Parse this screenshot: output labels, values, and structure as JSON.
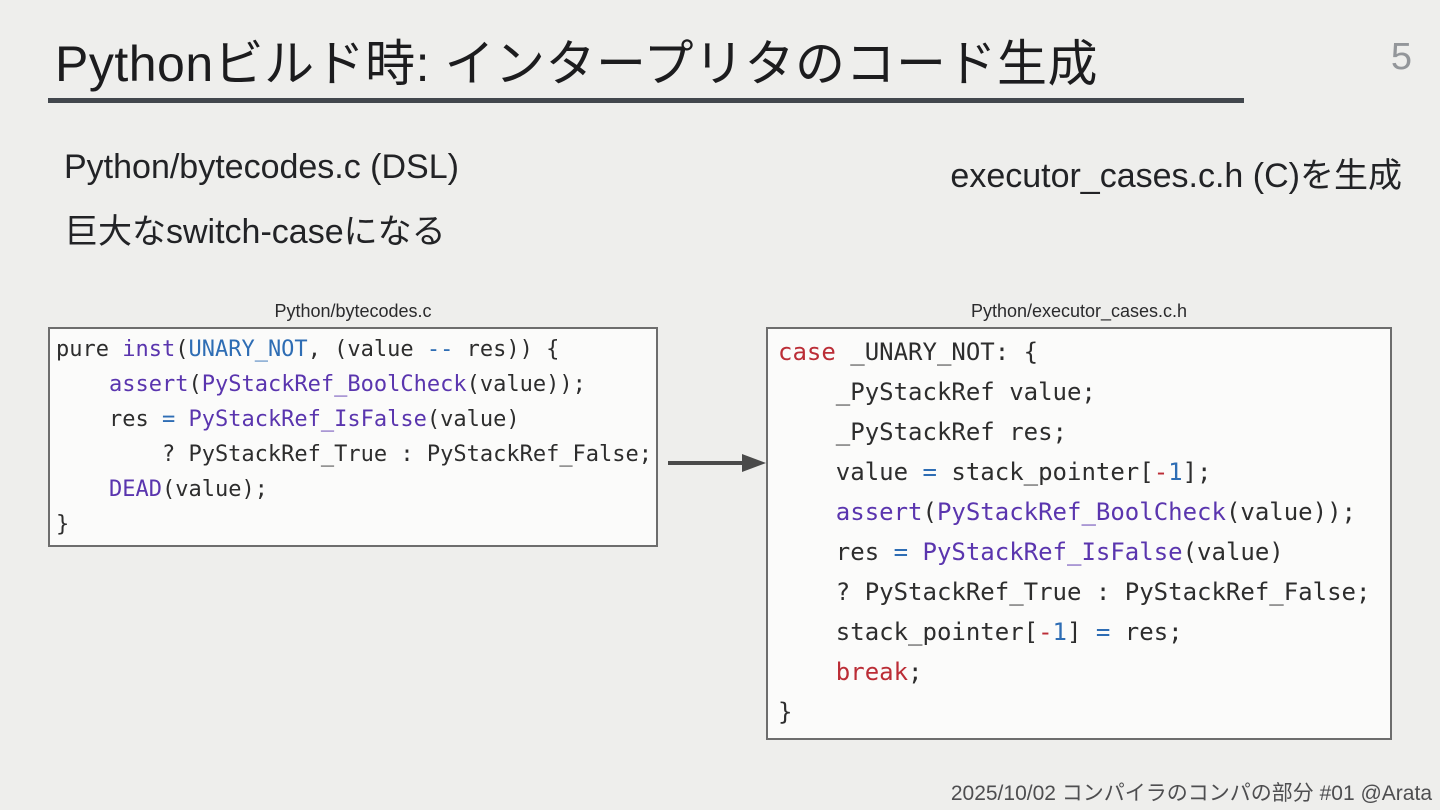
{
  "slide": {
    "title": "Pythonビルド時: インタープリタのコード生成",
    "page_number": "5",
    "footer": "2025/10/02 コンパイラのコンパの部分 #01 @Arata"
  },
  "subtitle": {
    "left_line1": "Python/bytecodes.c (DSL)",
    "left_line2": "巨大なswitch-caseになる",
    "right_line1": "executor_cases.c.h (C)を生成"
  },
  "colors": {
    "background": "#eeeeec",
    "title_text": "#1c1c1e",
    "title_rule": "#42474d",
    "page_number": "#93969a",
    "code_box_bg": "#fbfbfa",
    "code_box_border": "#6d6d6d",
    "code_default": "#2d2d2d",
    "keyword_red": "#bb2d36",
    "function_purple": "#5a35ae",
    "constant_blue": "#2e6db4",
    "arrow": "#4a4a4a"
  },
  "left_code": {
    "label": "Python/bytecodes.c",
    "lines": [
      [
        {
          "t": "pure ",
          "c": "d"
        },
        {
          "t": "inst",
          "c": "p"
        },
        {
          "t": "(",
          "c": "d"
        },
        {
          "t": "UNARY_NOT",
          "c": "b"
        },
        {
          "t": ", (value ",
          "c": "d"
        },
        {
          "t": "--",
          "c": "b"
        },
        {
          "t": " res)) {",
          "c": "d"
        }
      ],
      [
        {
          "t": "    ",
          "c": "d"
        },
        {
          "t": "assert",
          "c": "p"
        },
        {
          "t": "(",
          "c": "d"
        },
        {
          "t": "PyStackRef_BoolCheck",
          "c": "p"
        },
        {
          "t": "(value));",
          "c": "d"
        }
      ],
      [
        {
          "t": "    res ",
          "c": "d"
        },
        {
          "t": "=",
          "c": "b"
        },
        {
          "t": " ",
          "c": "d"
        },
        {
          "t": "PyStackRef_IsFalse",
          "c": "p"
        },
        {
          "t": "(value)",
          "c": "d"
        }
      ],
      [
        {
          "t": "        ? PyStackRef_True : PyStackRef_False;",
          "c": "d"
        }
      ],
      [
        {
          "t": "    ",
          "c": "d"
        },
        {
          "t": "DEAD",
          "c": "p"
        },
        {
          "t": "(value);",
          "c": "d"
        }
      ],
      [
        {
          "t": "}",
          "c": "d"
        }
      ]
    ]
  },
  "right_code": {
    "label": "Python/executor_cases.c.h",
    "lines": [
      [
        {
          "t": "case",
          "c": "r"
        },
        {
          "t": " _UNARY_NOT: {",
          "c": "d"
        }
      ],
      [
        {
          "t": "    _PyStackRef value;",
          "c": "d"
        }
      ],
      [
        {
          "t": "    _PyStackRef res;",
          "c": "d"
        }
      ],
      [
        {
          "t": "    value ",
          "c": "d"
        },
        {
          "t": "=",
          "c": "b"
        },
        {
          "t": " stack_pointer[",
          "c": "d"
        },
        {
          "t": "-",
          "c": "r"
        },
        {
          "t": "1",
          "c": "b"
        },
        {
          "t": "];",
          "c": "d"
        }
      ],
      [
        {
          "t": "    ",
          "c": "d"
        },
        {
          "t": "assert",
          "c": "p"
        },
        {
          "t": "(",
          "c": "d"
        },
        {
          "t": "PyStackRef_BoolCheck",
          "c": "p"
        },
        {
          "t": "(value));",
          "c": "d"
        }
      ],
      [
        {
          "t": "    res ",
          "c": "d"
        },
        {
          "t": "=",
          "c": "b"
        },
        {
          "t": " ",
          "c": "d"
        },
        {
          "t": "PyStackRef_IsFalse",
          "c": "p"
        },
        {
          "t": "(value)",
          "c": "d"
        }
      ],
      [
        {
          "t": "    ? PyStackRef_True : PyStackRef_False;",
          "c": "d"
        }
      ],
      [
        {
          "t": "    stack_pointer[",
          "c": "d"
        },
        {
          "t": "-",
          "c": "r"
        },
        {
          "t": "1",
          "c": "b"
        },
        {
          "t": "] ",
          "c": "d"
        },
        {
          "t": "=",
          "c": "b"
        },
        {
          "t": " res;",
          "c": "d"
        }
      ],
      [
        {
          "t": "    ",
          "c": "d"
        },
        {
          "t": "break",
          "c": "r"
        },
        {
          "t": ";",
          "c": "d"
        }
      ],
      [
        {
          "t": "}",
          "c": "d"
        }
      ]
    ]
  }
}
